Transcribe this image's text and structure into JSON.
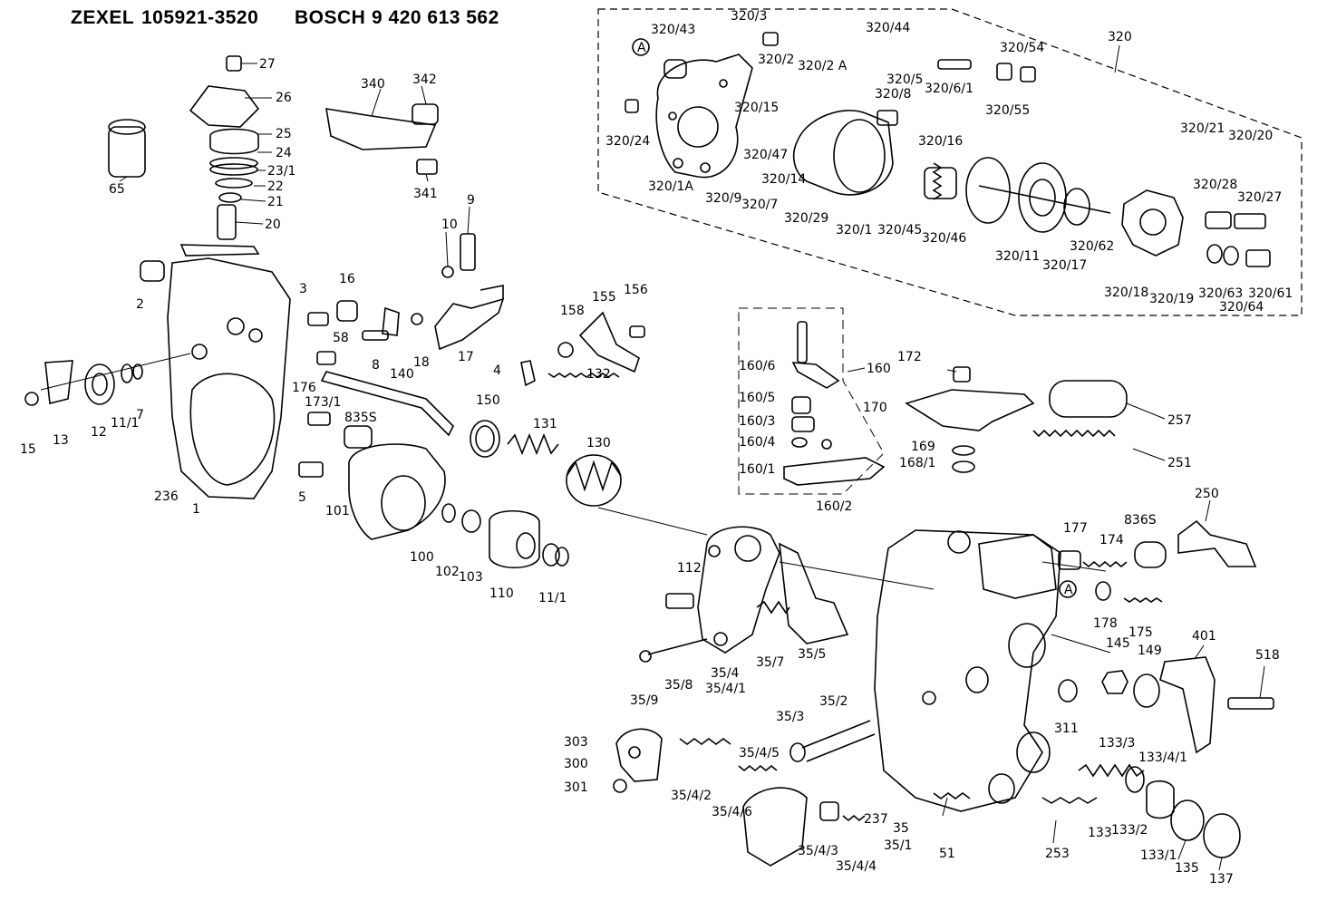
{
  "header": {
    "zexel_label": "ZEXEL",
    "zexel_number": "105921-3520",
    "bosch_label": "BOSCH",
    "bosch_number": "9 420 613 562"
  },
  "labels": {
    "l27": "27",
    "l26": "26",
    "l25": "25",
    "l24": "24",
    "l23_1": "23/1",
    "l22": "22",
    "l21": "21",
    "l20": "20",
    "l65": "65",
    "l340": "340",
    "l342": "342",
    "l341": "341",
    "l9": "9",
    "l10": "10",
    "l2": "2",
    "l3": "3",
    "l16": "16",
    "l58": "58",
    "l8": "8",
    "l18": "18",
    "l17": "17",
    "l158": "158",
    "l155": "155",
    "l156": "156",
    "l4": "4",
    "l132": "132",
    "l15": "15",
    "l13": "13",
    "l12": "12",
    "l11_1a": "11/1",
    "l7": "7",
    "l176": "176",
    "l173_1": "173/1",
    "l835s": "835S",
    "l140": "140",
    "l150": "150",
    "l131": "131",
    "l130": "130",
    "l236": "236",
    "l1": "1",
    "l5": "5",
    "l101": "101",
    "l100": "100",
    "l102": "102",
    "l103": "103",
    "l110": "110",
    "l11_1b": "11/1",
    "l112": "112",
    "l35_9": "35/9",
    "l35_8": "35/8",
    "l35_4": "35/4",
    "l35_4_1": "35/4/1",
    "l35_7": "35/7",
    "l35_5": "35/5",
    "l160_6": "160/6",
    "l160": "160",
    "l160_5": "160/5",
    "l160_3": "160/3",
    "l160_4": "160/4",
    "l160_1": "160/1",
    "l160_2": "160/2",
    "l172": "172",
    "l170": "170",
    "l257": "257",
    "l169": "169",
    "l168_1": "168/1",
    "l251": "251",
    "l250": "250",
    "l177": "177",
    "l174": "174",
    "l836s": "836S",
    "lA2": "A",
    "l178": "178",
    "l175": "175",
    "l145": "145",
    "l149": "149",
    "l401": "401",
    "l518": "518",
    "l311": "311",
    "l35_2": "35/2",
    "l35_3": "35/3",
    "l303": "303",
    "l300": "300",
    "l301": "301",
    "l35_4_5": "35/4/5",
    "l35_4_2": "35/4/2",
    "l35_4_6": "35/4/6",
    "l35_4_3": "35/4/3",
    "l35_4_4": "35/4/4",
    "l237": "237",
    "l35": "35",
    "l35_1": "35/1",
    "l51": "51",
    "l253": "253",
    "l133_3": "133/3",
    "l133_4_1": "133/4/1",
    "l133": "133",
    "l133_2": "133/2",
    "l133_1": "133/1",
    "l135": "135",
    "l137": "137",
    "lA1": "A",
    "l320_43": "320/43",
    "l320_3": "320/3",
    "l320_2": "320/2",
    "l320_2A": "320/2 A",
    "l320_44": "320/44",
    "l320_5": "320/5",
    "l320_8": "320/8",
    "l320_6_1": "320/6/1",
    "l320_54": "320/54",
    "l320_55": "320/55",
    "l320": "320",
    "l320_24": "320/24",
    "l320_15": "320/15",
    "l320_47": "320/47",
    "l320_14": "320/14",
    "l320_1A": "320/1A",
    "l320_9": "320/9",
    "l320_7": "320/7",
    "l320_29": "320/29",
    "l320_1": "320/1",
    "l320_45": "320/45",
    "l320_46": "320/46",
    "l320_16": "320/16",
    "l320_11": "320/11",
    "l320_17": "320/17",
    "l320_62": "320/62",
    "l320_21": "320/21",
    "l320_20": "320/20",
    "l320_28": "320/28",
    "l320_27": "320/27",
    "l320_18": "320/18",
    "l320_19": "320/19",
    "l320_63": "320/63",
    "l320_61": "320/61",
    "l320_64": "320/64"
  }
}
